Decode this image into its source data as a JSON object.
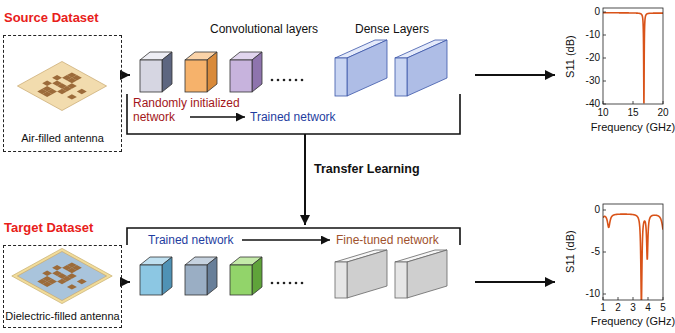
{
  "diagram": {
    "nodes": [
      {
        "text": [
          "Source Dataset",
          "Air-filled antenna"
        ]
      },
      {
        "text": [
          "Convolutional layers",
          "Dense Layers",
          "Randomly initialized network",
          "Trained network"
        ]
      },
      {
        "text": [
          "S11 (dB)",
          "Frequency (GHz)"
        ]
      },
      {
        "text": [
          "Target Dataset",
          "Dielectric-filled antenna"
        ]
      },
      {
        "text": [
          "Trained network",
          "Fine-tuned network"
        ]
      },
      {
        "text": [
          "S11 (dB)",
          "Frequency (GHz)"
        ]
      }
    ],
    "edges": [
      {
        "from": 0,
        "to": 1,
        "arrow": "to"
      },
      {
        "from": 1,
        "to": 2,
        "arrow": "to"
      },
      {
        "from": 1,
        "to": 4,
        "label": "Transfer Learning",
        "arrow": "to"
      },
      {
        "from": 3,
        "to": 4,
        "arrow": "to"
      },
      {
        "from": 4,
        "to": 5,
        "arrow": "to"
      }
    ],
    "labels": [
      "0",
      "-10",
      "-20",
      "-30",
      "-40",
      "10",
      "15",
      "20",
      "0",
      "-5",
      "-10",
      "1",
      "2",
      "3",
      "4",
      "5"
    ]
  }
}
